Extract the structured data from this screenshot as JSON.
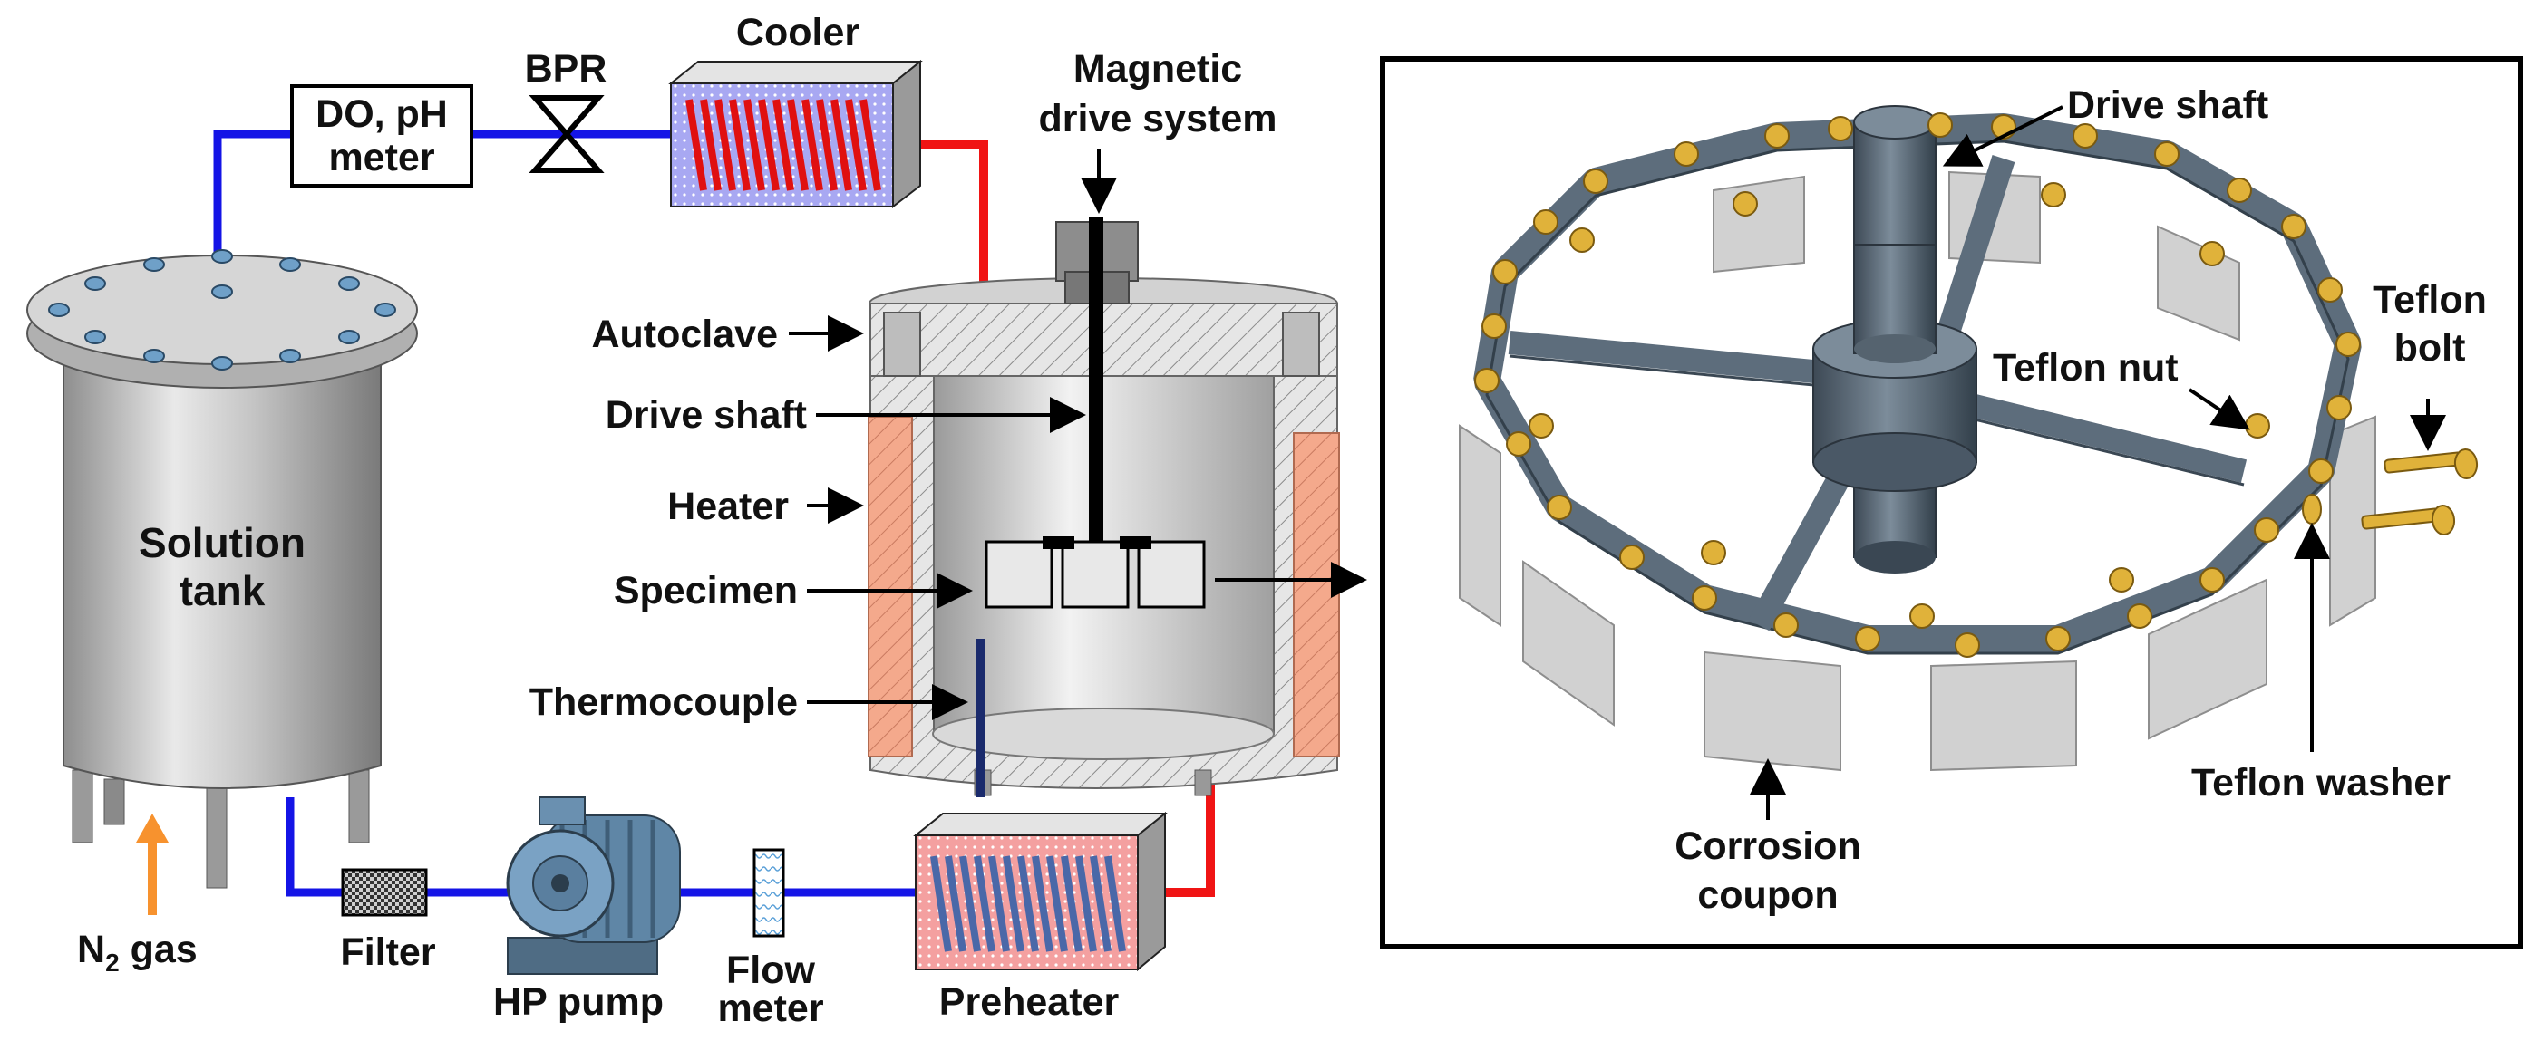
{
  "labels": {
    "cooler": "Cooler",
    "bpr": "BPR",
    "do_ph_meter_line1": "DO, pH",
    "do_ph_meter_line2": "meter",
    "magnetic_line1": "Magnetic",
    "magnetic_line2": "drive system",
    "autoclave": "Autoclave",
    "drive_shaft": "Drive shaft",
    "heater": "Heater",
    "specimen": "Specimen",
    "thermocouple": "Thermocouple",
    "solution_tank_line1": "Solution",
    "solution_tank_line2": "tank",
    "n2_gas_n": "N",
    "n2_gas_sub": "2",
    "n2_gas_rest": " gas",
    "filter": "Filter",
    "hp_pump": "HP pump",
    "flow_meter_line1": "Flow",
    "flow_meter_line2": "meter",
    "preheater": "Preheater"
  },
  "detail": {
    "drive_shaft": "Drive shaft",
    "teflon_nut": "Teflon nut",
    "teflon_bolt_line1": "Teflon",
    "teflon_bolt_line2": "bolt",
    "teflon_washer": "Teflon washer",
    "corrosion_line1": "Corrosion",
    "corrosion_line2": "coupon"
  },
  "colors": {
    "cold_line": "#1414e6",
    "hot_line": "#f01414",
    "gas_arrow": "#f7922e",
    "heater": "#f4a98c",
    "cooler_box": "#a8a8f2",
    "preheater_box": "#f4a0a0",
    "frame": "#5d6d7c",
    "bolt": "#e0b23a"
  }
}
